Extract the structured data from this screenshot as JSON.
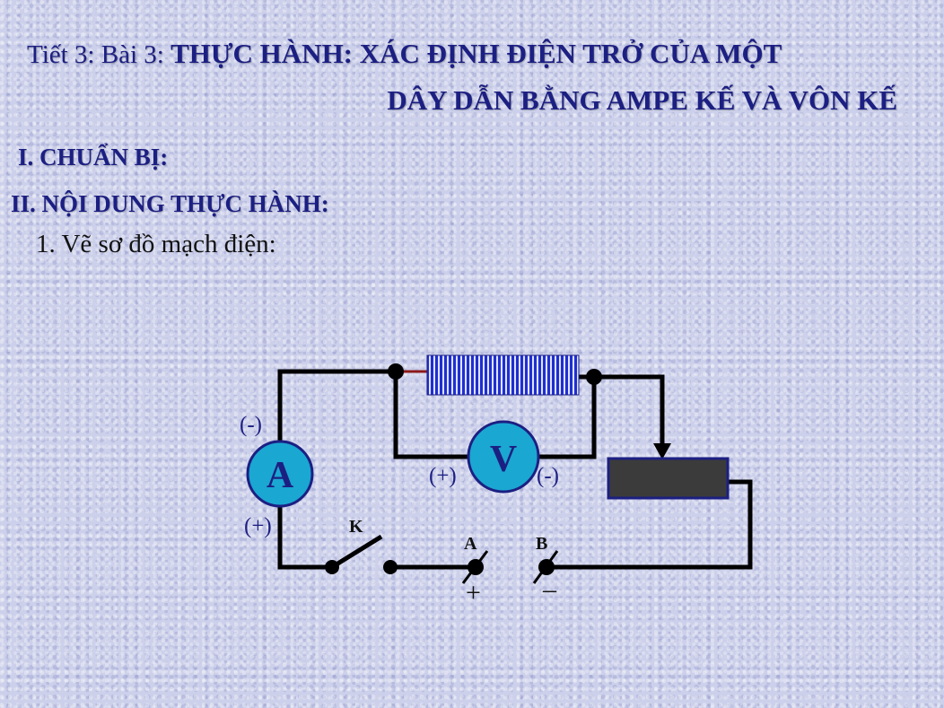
{
  "title": {
    "line1_prefix": "Tiết 3: Bài 3: ",
    "line1_main": "THỰC HÀNH: XÁC ĐỊNH ĐIỆN TRỞ CỦA MỘT",
    "line2": "DÂY DẪN BẰNG AMPE KẾ VÀ VÔN KẾ"
  },
  "section1": "I. CHUẨN BỊ:",
  "section2": "II. NỘI DUNG THỰC HÀNH:",
  "step1": "1. Vẽ sơ đồ mạch điện:",
  "circuit": {
    "ammeter_symbol": "A",
    "voltmeter_symbol": "V",
    "ammeter_top_polarity": "(-)",
    "ammeter_bottom_polarity": "(+)",
    "voltmeter_left_polarity": "(+)",
    "voltmeter_right_polarity": "(-)",
    "switch_label": "K",
    "terminal_a_label": "A",
    "terminal_b_label": "B",
    "terminal_a_sign": "+",
    "terminal_b_sign": "–",
    "colors": {
      "wire": "#000000",
      "meter_fill": "#1aa7d2",
      "meter_stroke": "#1c1f82",
      "resistor_fill": "#1f2fd0",
      "rheostat_fill": "#3b3b3b",
      "rheostat_stroke": "#1c1f82"
    }
  }
}
